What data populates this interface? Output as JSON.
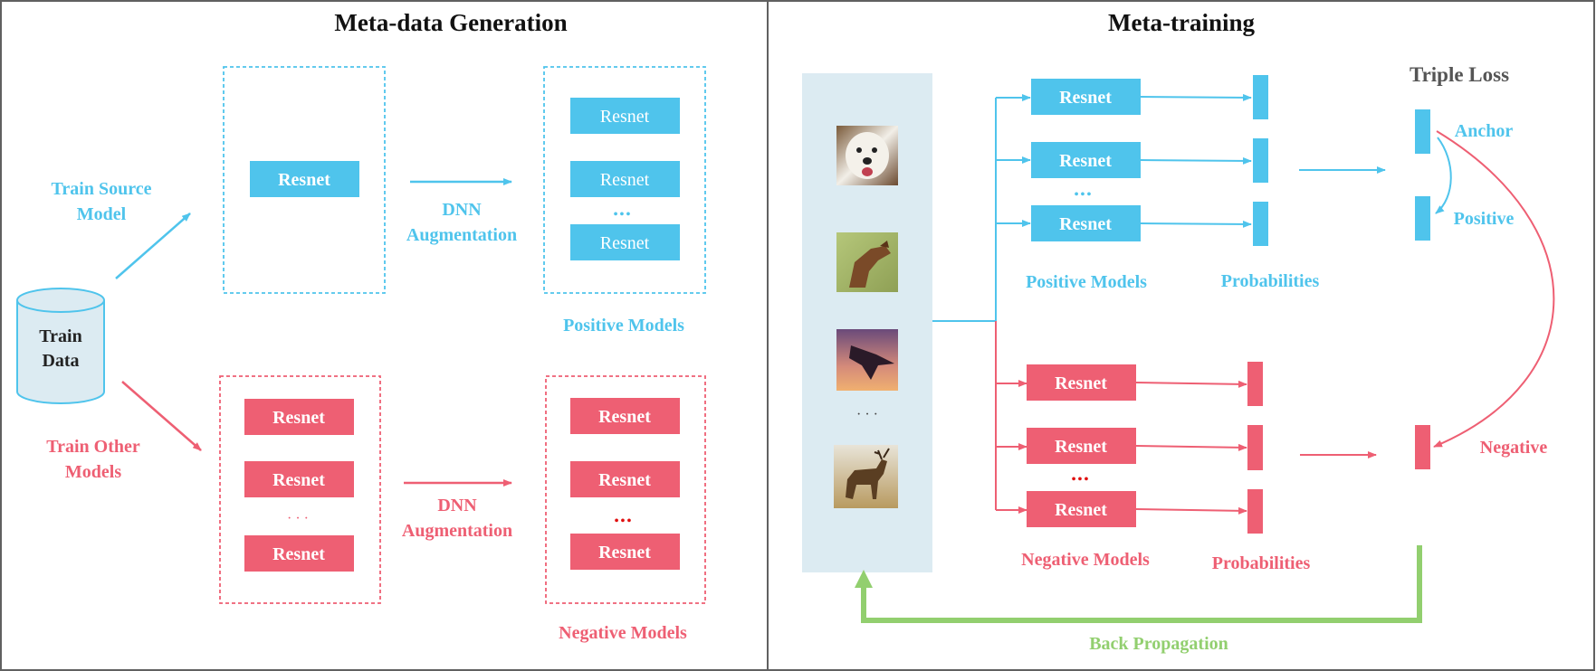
{
  "colors": {
    "blue": "#4fc4ec",
    "red": "#ee5f73",
    "green": "#92cf6f",
    "panel_light": "#dcebf2",
    "frame": "#606060",
    "dark": "#222222"
  },
  "left_panel": {
    "title": "Meta-data Generation",
    "train_data": [
      "Train",
      "Data"
    ],
    "train_source_label": [
      "Train Source",
      "Model"
    ],
    "train_other_label": [
      "Train Other",
      "Models"
    ],
    "source_model_label": "Resnet",
    "dnn_aug_top": [
      "DNN",
      "Augmentation"
    ],
    "dnn_aug_bottom": [
      "DNN",
      "Augmentation"
    ],
    "positive_models": {
      "items": [
        "Resnet",
        "Resnet",
        "Resnet"
      ],
      "ellipsis": "•••",
      "caption": "Positive Models"
    },
    "other_models": {
      "items": [
        "Resnet",
        "Resnet",
        "Resnet"
      ],
      "ellipsis": "· · ·"
    },
    "negative_models": {
      "items": [
        "Resnet",
        "Resnet",
        "Resnet"
      ],
      "ellipsis": "•••",
      "caption": "Negative Models"
    }
  },
  "right_panel": {
    "title": "Meta-training",
    "images": [
      {
        "name": "dog-image"
      },
      {
        "name": "horse-image"
      },
      {
        "name": "airplane-image"
      },
      {
        "name": "deer-image"
      }
    ],
    "images_ellipsis": "· · ·",
    "positive_models": {
      "items": [
        "Resnet",
        "Resnet",
        "Resnet"
      ],
      "ellipsis": "•••",
      "caption": "Positive Models"
    },
    "negative_models": {
      "items": [
        "Resnet",
        "Resnet",
        "Resnet"
      ],
      "ellipsis": "•••",
      "caption": "Negative Models"
    },
    "probabilities_top": "Probabilities",
    "probabilities_bottom": "Probabilities",
    "triple_loss": "Triple Loss",
    "anchor": "Anchor",
    "positive": "Positive",
    "negative": "Negative",
    "back_propagation": "Back Propagation"
  }
}
